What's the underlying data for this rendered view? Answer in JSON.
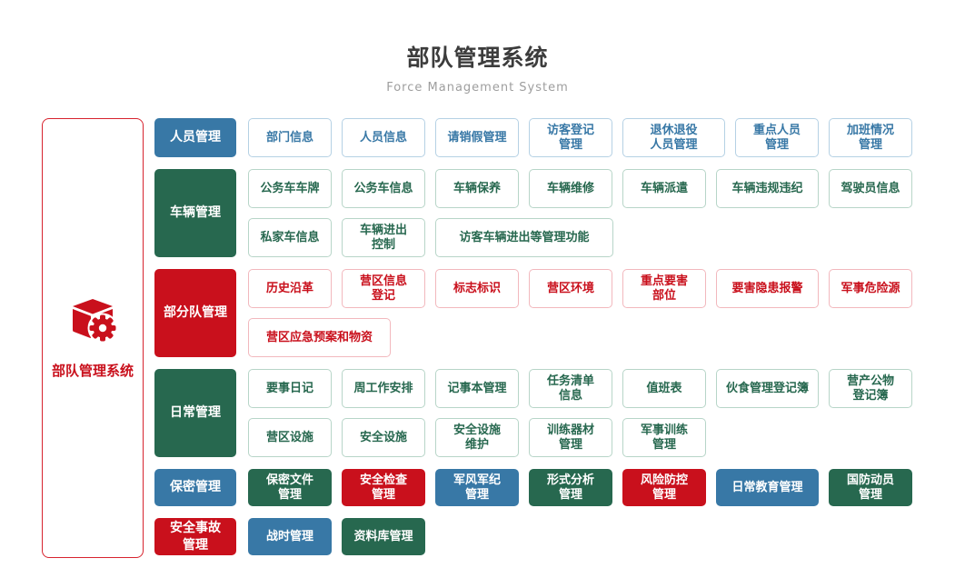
{
  "page": {
    "title": "部队管理系统",
    "subtitle": "Force Management System"
  },
  "root": {
    "label": "部队管理系统",
    "icon": "cube-gear-icon"
  },
  "palette": {
    "blue": "#3878a6",
    "green": "#27684f",
    "red": "#c9101c",
    "blue_border": "#b5d1e4",
    "green_border": "#b7d5c8",
    "red_border": "#f2b8bd"
  },
  "rows": [
    {
      "id": "personnel",
      "color": "blue",
      "header": [
        "人员管理"
      ],
      "lines": [
        [
          {
            "t": [
              "部门信息"
            ]
          },
          {
            "t": [
              "人员信息"
            ]
          },
          {
            "t": [
              "请销假管理"
            ]
          },
          {
            "t": [
              "访客登记",
              "管理"
            ]
          },
          {
            "t": [
              "退休退役",
              "人员管理"
            ],
            "w": 113
          },
          {
            "t": [
              "重点人员",
              "管理"
            ]
          },
          {
            "t": [
              "加班情况",
              "管理"
            ]
          }
        ]
      ]
    },
    {
      "id": "vehicle",
      "color": "green",
      "header": [
        "车辆管理"
      ],
      "lines": [
        [
          {
            "t": [
              "公务车车牌"
            ]
          },
          {
            "t": [
              "公务车信息"
            ]
          },
          {
            "t": [
              "车辆保养"
            ]
          },
          {
            "t": [
              "车辆维修"
            ]
          },
          {
            "t": [
              "车辆派遣"
            ]
          },
          {
            "t": [
              "车辆违规违纪"
            ],
            "w": 113
          },
          {
            "t": [
              "驾驶员信息"
            ]
          }
        ],
        [
          {
            "t": [
              "私家车信息"
            ]
          },
          {
            "t": [
              "车辆进出",
              "控制"
            ]
          },
          {
            "t": [
              "访客车辆进出等管理功能"
            ],
            "w": 196
          }
        ]
      ]
    },
    {
      "id": "unit",
      "color": "red",
      "header": [
        "部分队管理"
      ],
      "lines": [
        [
          {
            "t": [
              "历史沿革"
            ]
          },
          {
            "t": [
              "营区信息",
              "登记"
            ]
          },
          {
            "t": [
              "标志标识"
            ]
          },
          {
            "t": [
              "营区环境"
            ]
          },
          {
            "t": [
              "重点要害",
              "部位"
            ]
          },
          {
            "t": [
              "要害隐患报警"
            ],
            "w": 113
          },
          {
            "t": [
              "军事危险源"
            ]
          }
        ],
        [
          {
            "t": [
              "营区应急预案和物资"
            ],
            "w": 157
          }
        ]
      ]
    },
    {
      "id": "daily",
      "color": "green",
      "header": [
        "日常管理"
      ],
      "lines": [
        [
          {
            "t": [
              "要事日记"
            ]
          },
          {
            "t": [
              "周工作安排"
            ]
          },
          {
            "t": [
              "记事本管理"
            ]
          },
          {
            "t": [
              "任务清单",
              "信息"
            ]
          },
          {
            "t": [
              "值班表"
            ]
          },
          {
            "t": [
              "伙食管理登记簿"
            ],
            "w": 113
          },
          {
            "t": [
              "营产公物",
              "登记簿"
            ]
          }
        ],
        [
          {
            "t": [
              "营区设施"
            ]
          },
          {
            "t": [
              "安全设施"
            ]
          },
          {
            "t": [
              "安全设施",
              "维护"
            ]
          },
          {
            "t": [
              "训练器材",
              "管理"
            ]
          },
          {
            "t": [
              "军事训练",
              "管理"
            ]
          }
        ]
      ]
    },
    {
      "id": "secrecy",
      "color": "blue",
      "header": [
        "保密管理"
      ],
      "solid": true,
      "lines": [
        [
          {
            "t": [
              "保密文件",
              "管理"
            ],
            "c": "green"
          },
          {
            "t": [
              "安全检查",
              "管理"
            ],
            "c": "red"
          },
          {
            "t": [
              "军风军纪",
              "管理"
            ],
            "c": "blue"
          },
          {
            "t": [
              "形式分析",
              "管理"
            ],
            "c": "green"
          },
          {
            "t": [
              "风险防控",
              "管理"
            ],
            "c": "red"
          },
          {
            "t": [
              "日常教育管理"
            ],
            "c": "blue",
            "w": 113
          },
          {
            "t": [
              "国防动员",
              "管理"
            ],
            "c": "green"
          }
        ]
      ]
    },
    {
      "id": "accident",
      "color": "red",
      "header": [
        "安全事故",
        "管理"
      ],
      "solid": true,
      "lines": [
        [
          {
            "t": [
              "战时管理"
            ],
            "c": "blue"
          },
          {
            "t": [
              "资料库管理"
            ],
            "c": "green"
          }
        ]
      ]
    }
  ]
}
